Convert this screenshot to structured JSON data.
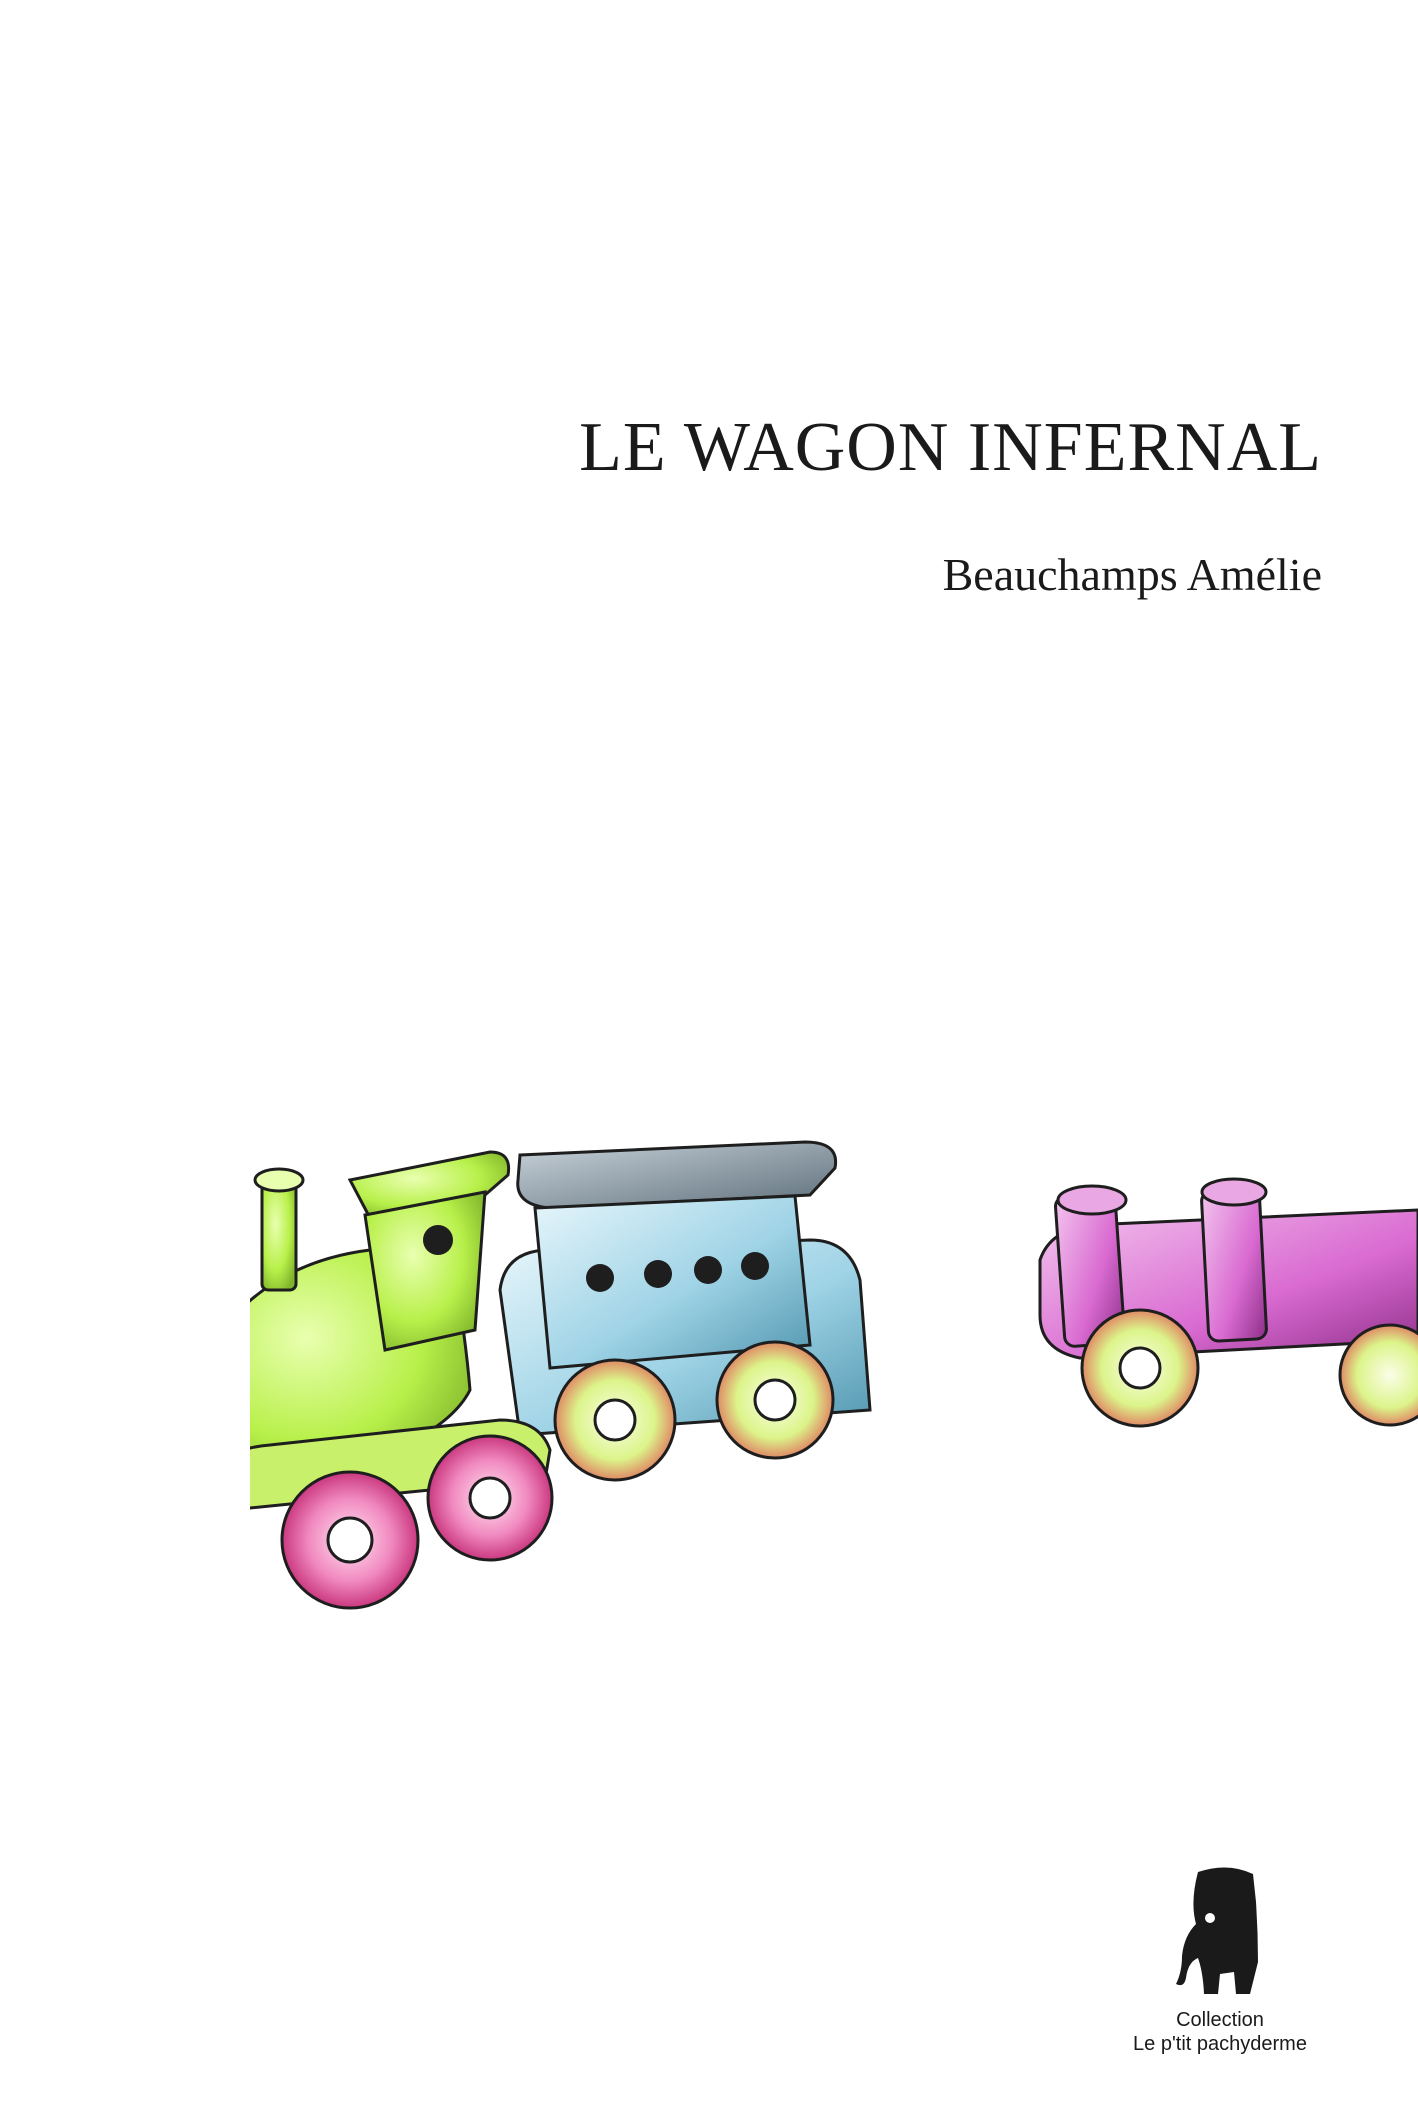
{
  "cover": {
    "title": "LE WAGON INFERNAL",
    "author": "Beauchamps Amélie",
    "collection_label": "Collection",
    "collection_name": "Le p'tit pachyderme"
  },
  "illustration": {
    "subject": "toy-train",
    "colors": {
      "engine": "#b8f04a",
      "wagon": "#9fd3e6",
      "wagon_roof": "#8fa2b0",
      "third_wagon": "#d96ad1",
      "wheel_pink": "#e24f9b",
      "wheel_green": "#d8f27a",
      "ink": "#1e1e1e"
    }
  },
  "logo": {
    "icon": "elephant-icon",
    "color": "#1a1a1a"
  }
}
